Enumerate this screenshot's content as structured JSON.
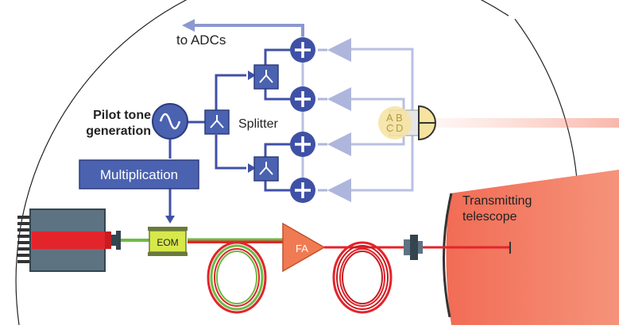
{
  "labels": {
    "to_adcs": "to  ADCs",
    "pilot_tone_line1": "Pilot tone",
    "pilot_tone_line2": "generation",
    "splitter": "Splitter",
    "multiplication": "Multiplication",
    "eom": "EOM",
    "fa": "FA",
    "telescope_line1": "Transmitting",
    "telescope_line2": "telescope",
    "quad_a": "A",
    "quad_b": "B",
    "quad_c": "C",
    "quad_d": "D"
  },
  "colors": {
    "signal_blue": "#3f51a6",
    "box_fill": "#4a62b0",
    "amp_light": "#aeb6dc",
    "laser_red": "#e3242b",
    "fiber_green": "#6dbb45",
    "eom_yellow": "#d7e84b",
    "fa_orange": "#f07b52",
    "beam_salmon": "#f08a6e",
    "housing_grey": "#5d7382"
  }
}
